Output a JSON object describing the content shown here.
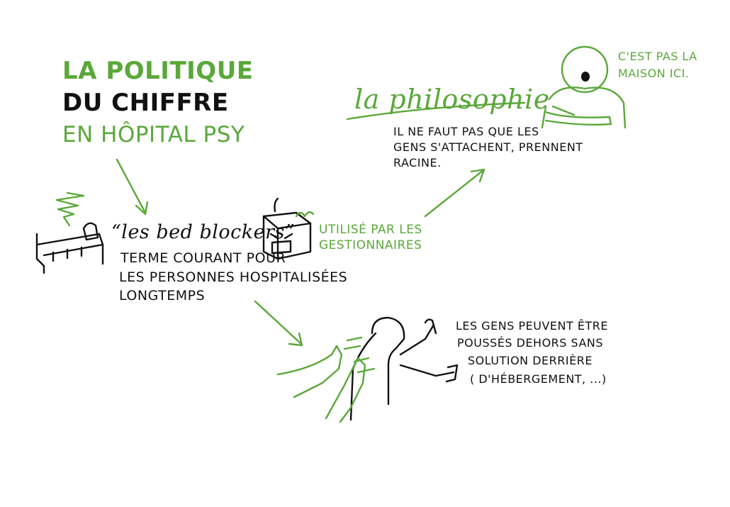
{
  "title": {
    "line1": "LA POLITIQUE",
    "line2": "DU CHIFFRE",
    "line3": "EN HÔPITAL PSY"
  },
  "bed_blockers": {
    "label": "“les bed blockers”",
    "desc_line1": "TERME COURANT POUR",
    "desc_line2": "LES PERSONNES HOSPITALISÉES",
    "desc_line3": "LONGTEMPS"
  },
  "gestionnaires": {
    "line1": "UTILISÉ PAR LES",
    "line2": "GESTIONNAIRES"
  },
  "philosophie": {
    "label": "la philosophie",
    "line1": "IL NE FAUT PAS QUE LES",
    "line2": "GENS S'ATTACHENT, PRENNENT",
    "line3": "RACINE."
  },
  "speech": {
    "line1": "C'EST PAS LA",
    "line2": "MAISON ICI."
  },
  "pushed": {
    "line1": "LES GENS PEUVENT ÊTRE",
    "line2": "POUSSÉS DEHORS SANS",
    "line3": "SOLUTION DERRIÈRE",
    "line4": "( D'HÉBERGEMENT, ...)"
  },
  "colors": {
    "accent": "#5aa83a",
    "ink": "#111111",
    "background": "#ffffff"
  }
}
